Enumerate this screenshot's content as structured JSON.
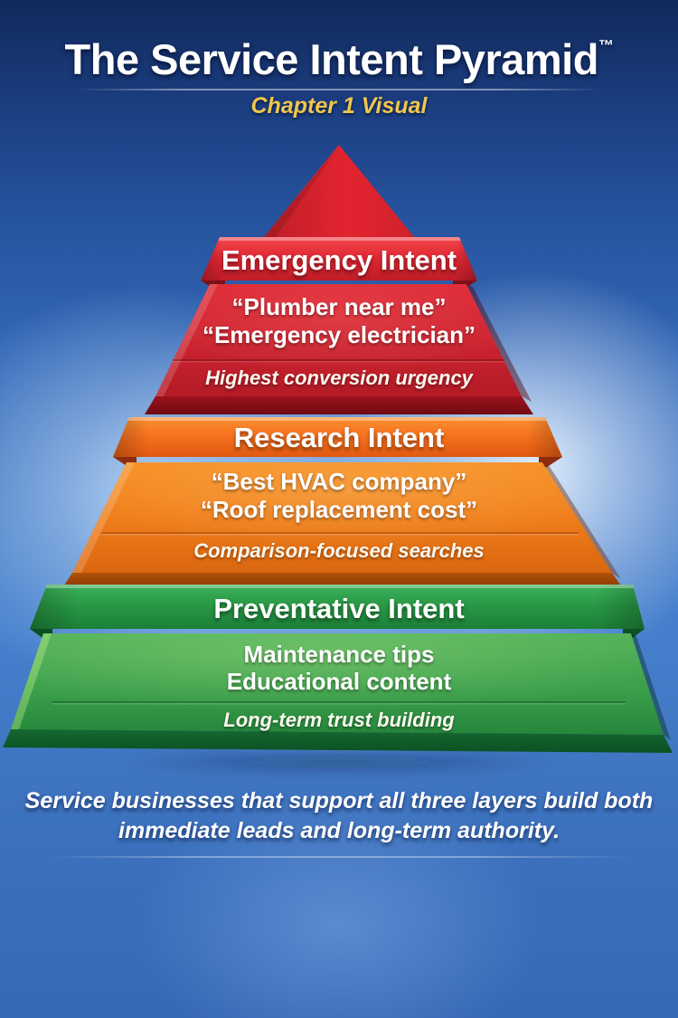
{
  "header": {
    "title": "The Service Intent Pyramid",
    "trademark": "™",
    "subtitle": "Chapter 1 Visual"
  },
  "pyramid": {
    "layers": [
      {
        "id": "emergency",
        "heading": "Emergency Intent",
        "examples": [
          "“Plumber near me”",
          "“Emergency electrician”"
        ],
        "tagline": "Highest conversion urgency",
        "color": "#d7222e"
      },
      {
        "id": "research",
        "heading": "Research Intent",
        "examples": [
          "“Best HVAC company”",
          "“Roof replacement cost”"
        ],
        "tagline": "Comparison-focused searches",
        "color": "#f0761c"
      },
      {
        "id": "preventative",
        "heading": "Preventative Intent",
        "examples": [
          "Maintenance tips",
          "Educational content"
        ],
        "tagline": "Long-term trust building",
        "color": "#2f9447"
      }
    ]
  },
  "footer": {
    "lines": [
      "Service businesses that support all three layers build both",
      "immediate leads and long-term authority."
    ]
  },
  "colors": {
    "background_top": "#143064",
    "background_mid": "#4680cd",
    "glow": "#dcebfb",
    "subtitle_gold": "#f0c64a",
    "text": "#ffffff"
  }
}
